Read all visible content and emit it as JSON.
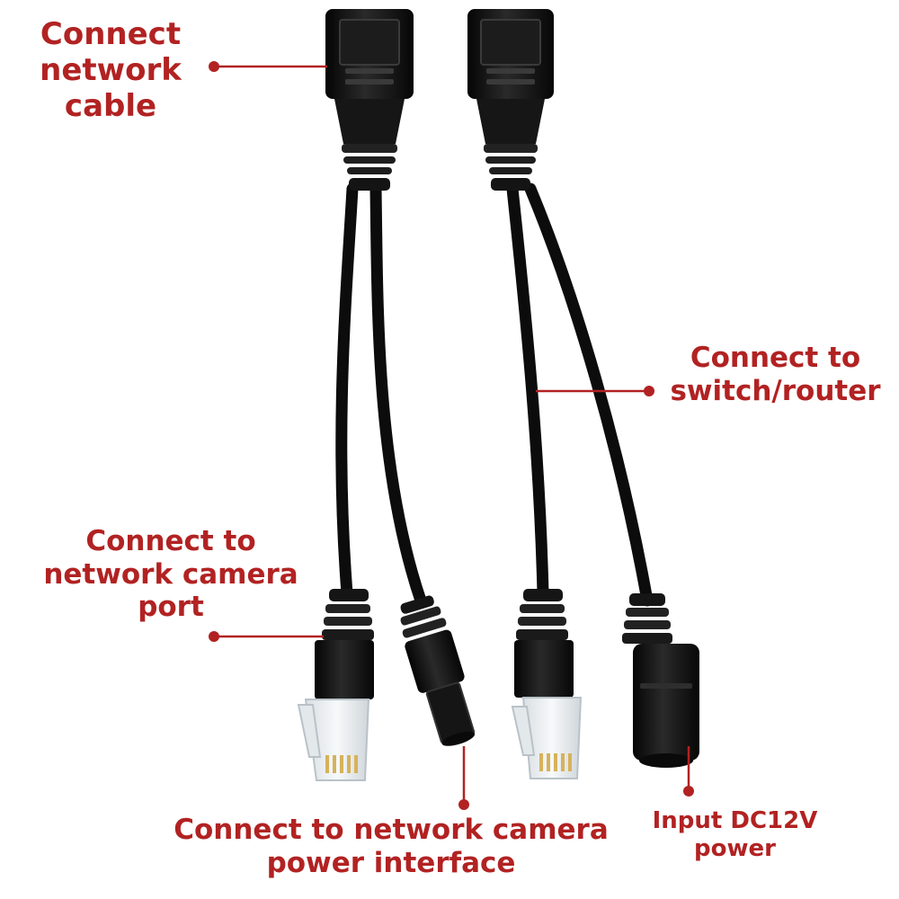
{
  "labels": {
    "network_cable": [
      "Connect",
      "network",
      "cable"
    ],
    "camera_port": [
      "Connect to",
      "network camera",
      "port"
    ],
    "switch_router": [
      "Connect to",
      "switch/router"
    ],
    "camera_power": [
      "Connect to network camera",
      "power interface"
    ],
    "dc12v": [
      "Input DC12V",
      "power"
    ]
  },
  "colors": {
    "label": "#b22222",
    "cable": "#0c0c0c",
    "connector": "#151515",
    "plug_clear": "#e8ecef",
    "contacts": "#d6b25a"
  },
  "icons": [
    "rj45-female-jack",
    "rj45-male-plug",
    "dc-male-barrel",
    "dc-female-socket"
  ]
}
